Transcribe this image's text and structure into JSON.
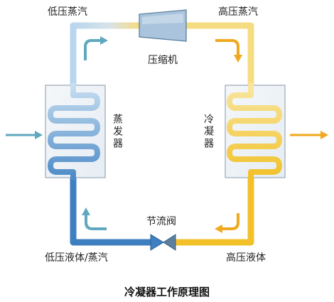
{
  "labels": {
    "low_pressure_vapor": "低压蒸汽",
    "high_pressure_vapor": "高压蒸汽",
    "compressor": "压缩机",
    "evaporator": "蒸发器",
    "condenser": "冷凝器",
    "expansion_valve": "节流阀",
    "low_pressure_liquid_vapor": "低压液体/蒸汽",
    "high_pressure_liquid": "高压液体",
    "title": "冷凝器工作原理图"
  },
  "colors": {
    "cold": "#6fa6d6",
    "cold_dark": "#3e7fc2",
    "hot": "#f3c22f",
    "hot_light": "#f6dc80",
    "box": "#eef3f8",
    "box_border": "#9aa8b6",
    "compressor": "#a9c4dc",
    "arrow_cold": "#5fa8c0",
    "arrow_hot": "#f0a81e"
  }
}
